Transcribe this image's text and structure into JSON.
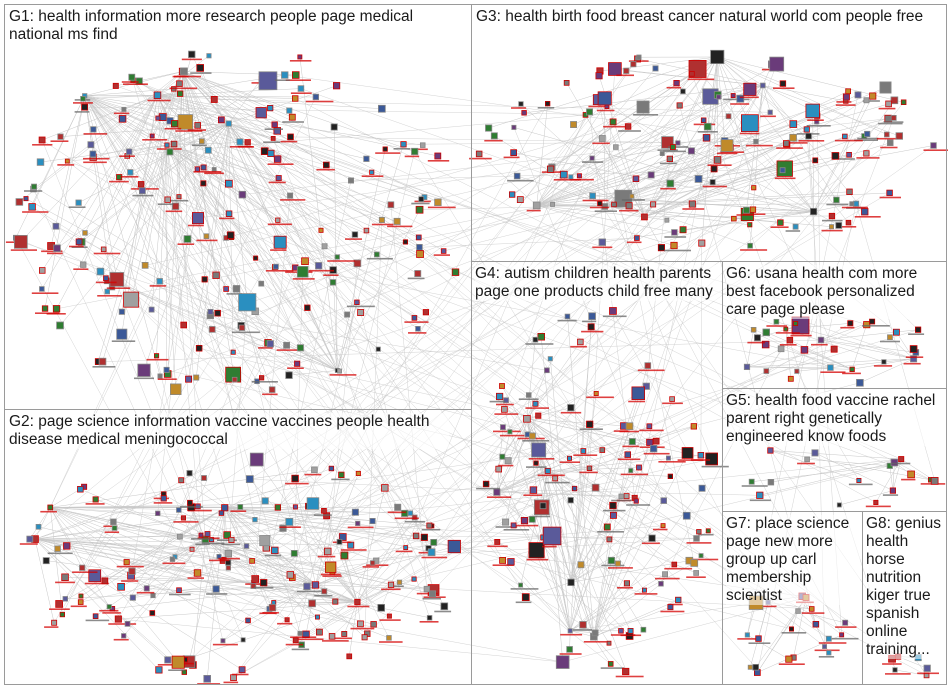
{
  "colors": {
    "edge": "#c8c8c8",
    "node_label": "#d40000",
    "node_border": "#cc0000",
    "box_border": "#9a9a9a",
    "title_text": "#1a1a1a"
  },
  "groups": [
    {
      "id": "G1",
      "title": "G1: health information more research people page medical national ms find"
    },
    {
      "id": "G3",
      "title": "G3: health birth food breast cancer natural world com people free"
    },
    {
      "id": "G4",
      "title": "G4: autism children health parents page one products child free many"
    },
    {
      "id": "G6",
      "title": "G6: usana health com more best facebook personalized care page please"
    },
    {
      "id": "G5",
      "title": "G5: health food vaccine rachel parent right genetically engineered know foods"
    },
    {
      "id": "G2",
      "title": "G2: page science information vaccine vaccines people health disease medical meningococcal"
    },
    {
      "id": "G7",
      "title": "G7: place science page new more group up carl membership scientist"
    },
    {
      "id": "G8",
      "title": "G8: genius health horse nutrition kiger true spanish online training..."
    }
  ]
}
